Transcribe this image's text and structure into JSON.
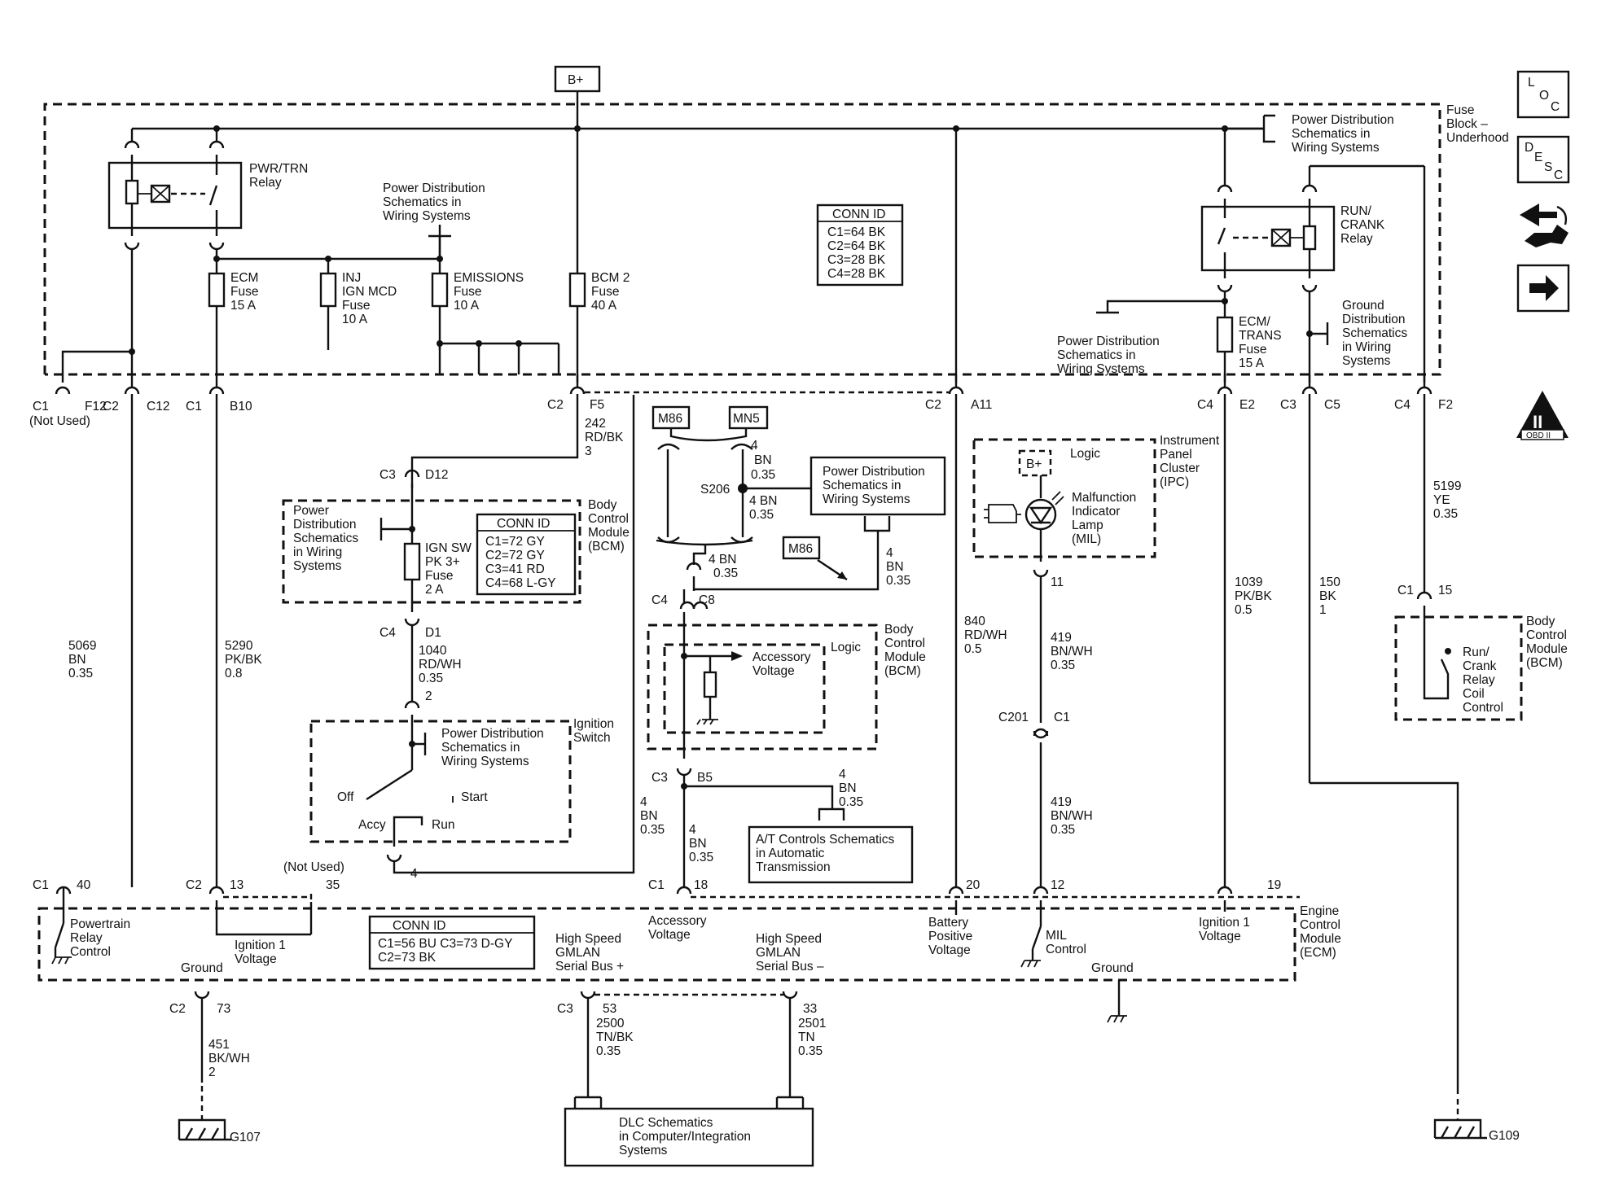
{
  "colors": {
    "ink": "#111111",
    "paper": "#ffffff"
  },
  "power": {
    "b_plus": "B+"
  },
  "fuse_block": {
    "name": [
      "Fuse",
      "Block –",
      "Underhood"
    ]
  },
  "pwr_trn_relay": [
    "PWR/TRN",
    "Relay"
  ],
  "run_crank_relay": [
    "RUN/",
    "CRANK",
    "Relay"
  ],
  "fuses": {
    "ecm": [
      "ECM",
      "Fuse",
      "15 A"
    ],
    "inj": [
      "INJ",
      "IGN MCD",
      "Fuse",
      "10 A"
    ],
    "emissions": [
      "EMISSIONS",
      "Fuse",
      "10 A"
    ],
    "bcm2": [
      "BCM 2",
      "Fuse",
      "40 A"
    ],
    "ecm_trans": [
      "ECM/",
      "TRANS",
      "Fuse",
      "15 A"
    ],
    "ign_sw": [
      "IGN SW",
      "PK 3+",
      "Fuse",
      "2 A"
    ]
  },
  "refs": {
    "pd_top_mid": [
      "Power Distribution",
      "Schematics in",
      "Wiring Systems"
    ],
    "pd_top_right": [
      "Power Distribution",
      "Schematics in",
      "Wiring Systems"
    ],
    "pd_right_mid": [
      "Power Distribution",
      "Schematics in",
      "Wiring Systems"
    ],
    "gd_right": [
      "Ground",
      "Distribution",
      "Schematics",
      "in Wiring",
      "Systems"
    ],
    "pd_bcm": [
      "Power",
      "Distribution",
      "Schematics",
      "in Wiring",
      "Systems"
    ],
    "pd_ign": [
      "Power Distribution",
      "Schematics in",
      "Wiring Systems"
    ],
    "pd_center": [
      "Power Distribution",
      "Schematics in",
      "Wiring Systems"
    ],
    "at_controls": [
      "A/T Controls Schematics",
      "in Automatic",
      "Transmission"
    ],
    "dlc": [
      "DLC Schematics",
      "in Computer/Integration",
      "Systems"
    ]
  },
  "conn_ids": {
    "fuse_block": {
      "title": "CONN ID",
      "lines": [
        "C1=64 BK",
        "C2=64 BK",
        "C3=28 BK",
        "C4=28 BK"
      ]
    },
    "bcm": {
      "title": "CONN ID",
      "lines": [
        "C1=72 GY",
        "C2=72 GY",
        "C3=41 RD",
        "C4=68 L-GY"
      ]
    },
    "ecm": {
      "title": "CONN ID",
      "lines": [
        "C1=56 BU  C3=73 D-GY",
        "C2=73 BK"
      ]
    }
  },
  "connectors": {
    "c1_f12": [
      "C1",
      "F12"
    ],
    "not_used_1": "(Not Used)",
    "c2_c12": [
      "C2",
      "C12"
    ],
    "c1_b10": [
      "C1",
      "B10"
    ],
    "c2_f5": [
      "C2",
      "F5"
    ],
    "c2_a11": [
      "C2",
      "A11"
    ],
    "c4_e2": [
      "C4",
      "E2"
    ],
    "c3_c5": [
      "C3",
      "C5"
    ],
    "c4_f2": [
      "C4",
      "F2"
    ],
    "c3_d12": [
      "C3",
      "D12"
    ],
    "c4_d1": [
      "C4",
      "D1"
    ],
    "ign_pin": "2",
    "ign_pin4": "4",
    "c4_c8": [
      "C4",
      "C8"
    ],
    "c3_b5": [
      "C3",
      "B5"
    ],
    "ipc_pin": "11",
    "c201_c1": [
      "C201",
      "C1"
    ],
    "bcm_c1_15": [
      "C1",
      "15"
    ],
    "ecm_c1_40": [
      "C1",
      "40"
    ],
    "ecm_c2_13": [
      "C2",
      "13"
    ],
    "not_used_35": [
      "(Not Used)",
      "35"
    ],
    "ecm_c1_18": [
      "C1",
      "18"
    ],
    "ecm_20": "20",
    "ecm_12": "12",
    "ecm_19": "19",
    "ecm_c2_73": [
      "C2",
      "73"
    ],
    "ecm_c3_53": [
      "C3",
      "53"
    ],
    "ecm_33": "33"
  },
  "wires": {
    "w242": [
      "242",
      "RD/BK",
      "3"
    ],
    "w5069": [
      "5069",
      "BN",
      "0.35"
    ],
    "w5290": [
      "5290",
      "PK/BK",
      "0.8"
    ],
    "w1040": [
      "1040",
      "RD/WH",
      "0.35"
    ],
    "w840": [
      "840",
      "RD/WH",
      "0.5"
    ],
    "w419a": [
      "419",
      "BN/WH",
      "0.35"
    ],
    "w419b": [
      "419",
      "BN/WH",
      "0.35"
    ],
    "w1039": [
      "1039",
      "PK/BK",
      "0.5"
    ],
    "w150": [
      "150",
      "BK",
      "1"
    ],
    "w5199": [
      "5199",
      "YE",
      "0.35"
    ],
    "w451": [
      "451",
      "BK/WH",
      "2"
    ],
    "w2500": [
      "2500",
      "TN/BK",
      "0.35"
    ],
    "w2501": [
      "2501",
      "TN",
      "0.35"
    ],
    "bn_a": [
      "4",
      "BN",
      "0.35"
    ],
    "bn_b": [
      "4 BN",
      "0.35"
    ],
    "bn_c": [
      "4 BN",
      "0.35"
    ],
    "bn_d": [
      "4",
      "BN",
      "0.35"
    ],
    "bn_e": [
      "4",
      "BN",
      "0.35"
    ],
    "bn_f": [
      "4",
      "BN",
      "0.35"
    ],
    "bn_g": [
      "4",
      "BN",
      "0.35"
    ]
  },
  "splice": {
    "s206": "S206",
    "m86": "M86",
    "mn5": "MN5",
    "m86b": "M86"
  },
  "bcm_labels": {
    "name": [
      "Body",
      "Control",
      "Module",
      "(BCM)"
    ],
    "name2": [
      "Body",
      "Control",
      "Module",
      "(BCM)"
    ],
    "name3": [
      "Body",
      "Control",
      "Module",
      "(BCM)"
    ],
    "logic": "Logic",
    "accessory": [
      "Accessory",
      "Voltage"
    ],
    "run_crank": [
      "Run/",
      "Crank",
      "Relay",
      "Coil",
      "Control"
    ]
  },
  "ignition": {
    "name": [
      "Ignition",
      "Switch"
    ],
    "off": "Off",
    "start": "Start",
    "accy": "Accy",
    "run": "Run"
  },
  "ipc": {
    "name": [
      "Instrument",
      "Panel",
      "Cluster",
      "(IPC)"
    ],
    "b_plus": "B+",
    "logic": "Logic",
    "mil": [
      "Malfunction",
      "Indicator",
      "Lamp",
      "(MIL)"
    ]
  },
  "ecm": {
    "name": [
      "Engine",
      "Control",
      "Module",
      "(ECM)"
    ],
    "prc": [
      "Powertrain",
      "Relay",
      "Control"
    ],
    "ground1": "Ground",
    "ign1a": [
      "Ignition 1",
      "Voltage"
    ],
    "accv": [
      "Accessory",
      "Voltage"
    ],
    "hs_plus": [
      "High Speed",
      "GMLAN",
      "Serial Bus +"
    ],
    "hs_minus": [
      "High Speed",
      "GMLAN",
      "Serial Bus –"
    ],
    "batt": [
      "Battery",
      "Positive",
      "Voltage"
    ],
    "mil_ctl": [
      "MIL",
      "Control"
    ],
    "ground2": "Ground",
    "ign1b": [
      "Ignition 1",
      "Voltage"
    ]
  },
  "grounds": {
    "g107": "G107",
    "g109": "G109"
  },
  "nav": {
    "loc": [
      "L",
      "O",
      "C"
    ],
    "desc": [
      "D",
      "E",
      "S",
      "C"
    ],
    "obd": [
      "II",
      "OBD II"
    ]
  }
}
